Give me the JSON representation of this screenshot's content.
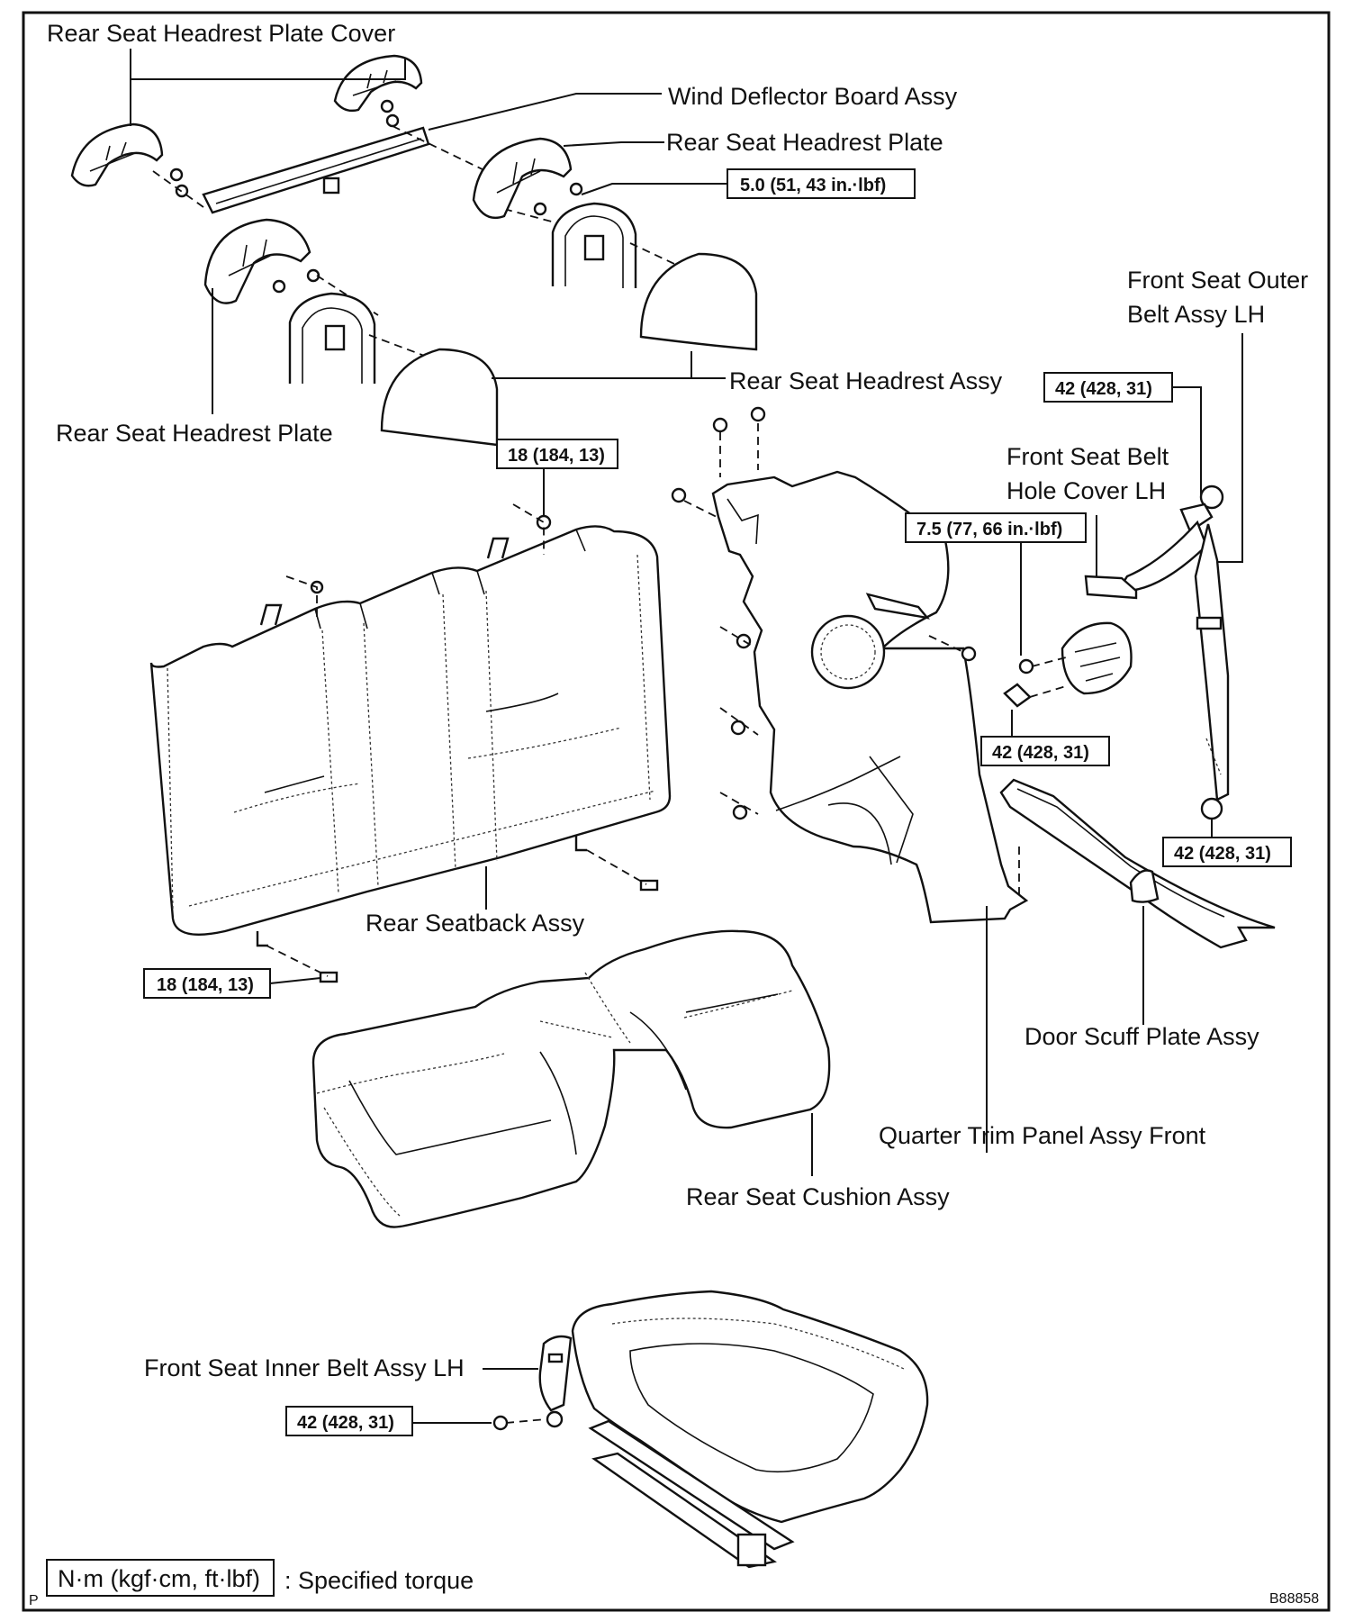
{
  "labels": {
    "headrest_plate_cover": "Rear Seat Headrest Plate Cover",
    "wind_deflector": "Wind Deflector Board Assy",
    "headrest_plate_upper": "Rear Seat Headrest Plate",
    "headrest_plate_lower": "Rear Seat Headrest Plate",
    "headrest_assy": "Rear Seat Headrest Assy",
    "front_outer_belt_line1": "Front Seat Outer",
    "front_outer_belt_line2": "Belt Assy LH",
    "belt_hole_cover_line1": "Front Seat Belt",
    "belt_hole_cover_line2": "Hole Cover LH",
    "rear_seatback": "Rear Seatback Assy",
    "door_scuff": "Door Scuff Plate Assy",
    "quarter_trim": "Quarter Trim Panel Assy Front",
    "rear_cushion": "Rear Seat Cushion Assy",
    "front_inner_belt": "Front Seat Inner Belt Assy LH"
  },
  "torques": {
    "t_5_0": "5.0 (51, 43 in.·lbf)",
    "t_18_upper": "18 (184, 13)",
    "t_18_lower": "18 (184, 13)",
    "t_42_top": "42 (428, 31)",
    "t_7_5": "7.5 (77, 66 in.·lbf)",
    "t_42_mid": "42 (428, 31)",
    "t_42_right": "42 (428, 31)",
    "t_42_inner": "42 (428, 31)"
  },
  "legend": {
    "unit_box": "N·m (kgf·cm, ft·lbf)",
    "description": ": Specified torque"
  },
  "corner": {
    "left_mark": "P",
    "figure_code": "B88858"
  }
}
